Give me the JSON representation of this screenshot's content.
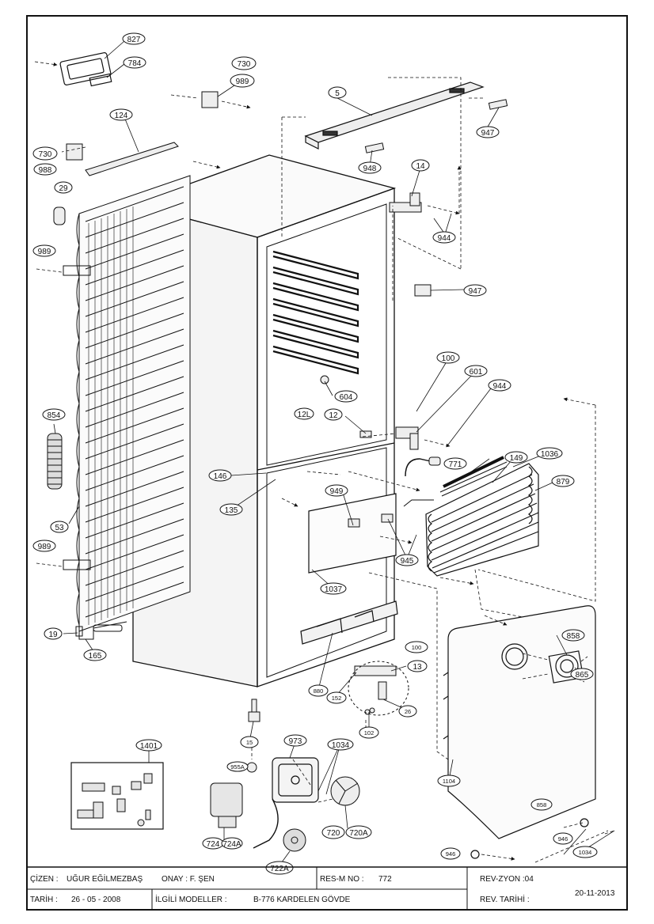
{
  "callouts": {
    "c827": "827",
    "c784": "784",
    "c730a": "730",
    "c989a": "989",
    "c124": "124",
    "c730b": "730",
    "c988": "988",
    "c29": "29",
    "c989b": "989",
    "c854": "854",
    "c53": "53",
    "c989c": "989",
    "c19": "19",
    "c165": "165",
    "c5": "5",
    "c947a": "947",
    "c948": "948",
    "c14": "14",
    "c944a": "944",
    "c947b": "947",
    "c100a": "100",
    "c601": "601",
    "c944b": "944",
    "c604": "604",
    "c12l": "12L",
    "c12": "12",
    "c771": "771",
    "c149": "149",
    "c1036": "1036",
    "c879": "879",
    "c146": "146",
    "c135": "135",
    "c949": "949",
    "c945": "945",
    "c1037": "1037",
    "c858a": "858",
    "c865": "865",
    "c100b": "100",
    "c13": "13",
    "c880": "880",
    "c152": "152",
    "c26": "26",
    "c102": "102",
    "c15": "15",
    "c1401": "1401",
    "c955a": "955A",
    "c973": "973",
    "c1034a": "1034",
    "c1104": "1104",
    "c858b": "858",
    "c724": "724",
    "c724a": "724A",
    "c720": "720",
    "c720a": "720A",
    "c722a": "722A",
    "c946a": "946",
    "c946b": "946",
    "c1034b": "1034"
  },
  "title_block": {
    "cizen_label": "ÇİZEN :",
    "cizen_value": "UĞUR EĞİLMEZBAŞ",
    "onay_label": "ONAY : F. ŞEN",
    "res_label": "RES-M NO :",
    "res_value": "772",
    "rev_label": "REV-ZYON :04",
    "tarih_label": "TARİH :",
    "tarih_value": "26 - 05 - 2008",
    "modeller_label": "İLGİLİ MODELLER :",
    "modeller_value": "B-776 KARDELEN GÖVDE",
    "rev_tarihi_label": "REV. TARİHİ :",
    "rev_tarihi_value": "20-11-2013"
  }
}
